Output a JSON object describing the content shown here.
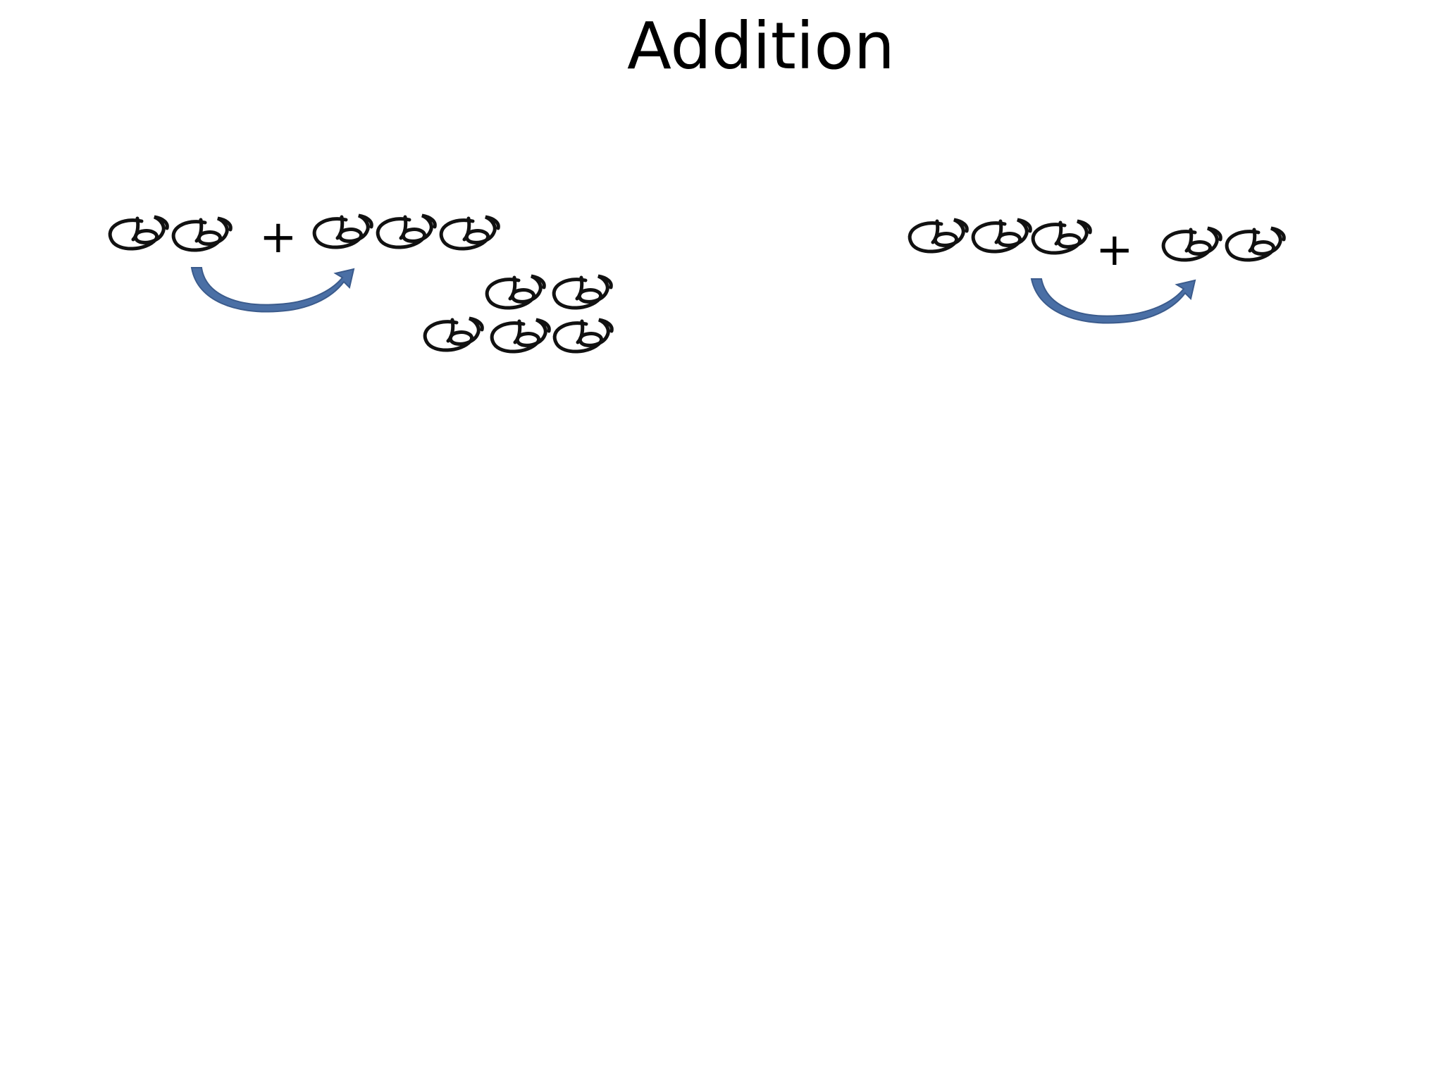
{
  "slide": {
    "title": "Addition"
  },
  "equations": [
    {
      "left_count": 2,
      "operator": "+",
      "right_count": 3,
      "result_count": 5
    },
    {
      "left_count": 3,
      "operator": "+",
      "right_count": 2
    }
  ],
  "colors": {
    "arrow": "#4a6fa5",
    "ink": "#111111"
  },
  "icons": {
    "chain_link": "chain-link-icon",
    "arrow": "curved-arrow-icon"
  }
}
